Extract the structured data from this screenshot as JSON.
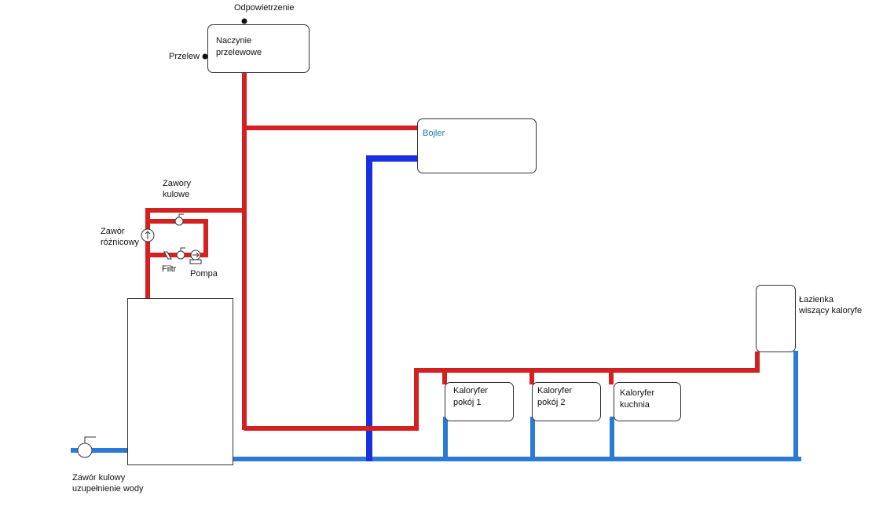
{
  "labels": {
    "odpowietrzenie": "Odpowietrzenie",
    "przelew": "Przelew",
    "naczynie_line1": "Naczynie",
    "naczynie_line2": "przelewowe",
    "bojler": "Bojler",
    "zawory_line1": "Zawory",
    "zawory_line2": "kulowe",
    "zawor_roznicowy_line1": "Zawór",
    "zawor_roznicowy_line2": "różnicowy",
    "filtr": "Filtr",
    "pompa": "Pompa",
    "kal1_line1": "Kaloryfer",
    "kal1_line2": "pokój 1",
    "kal2_line1": "Kaloryfer",
    "kal2_line2": "pokój 2",
    "kal3_line1": "Kaloryfer",
    "kal3_line2": "kuchnia",
    "lazienka_line1": "Łazienka",
    "lazienka_line2": "wiszący kaloryfe",
    "zawor_kulowy_line1": "Zawór kulowy",
    "zawor_kulowy_line2": "uzupełnienie wody"
  },
  "colors": {
    "hot_pipe": "#d42020",
    "cold_pipe_main": "#1a2fe0",
    "return_pipe": "#2a7ad8",
    "bojler_text": "#1a7a9a"
  }
}
